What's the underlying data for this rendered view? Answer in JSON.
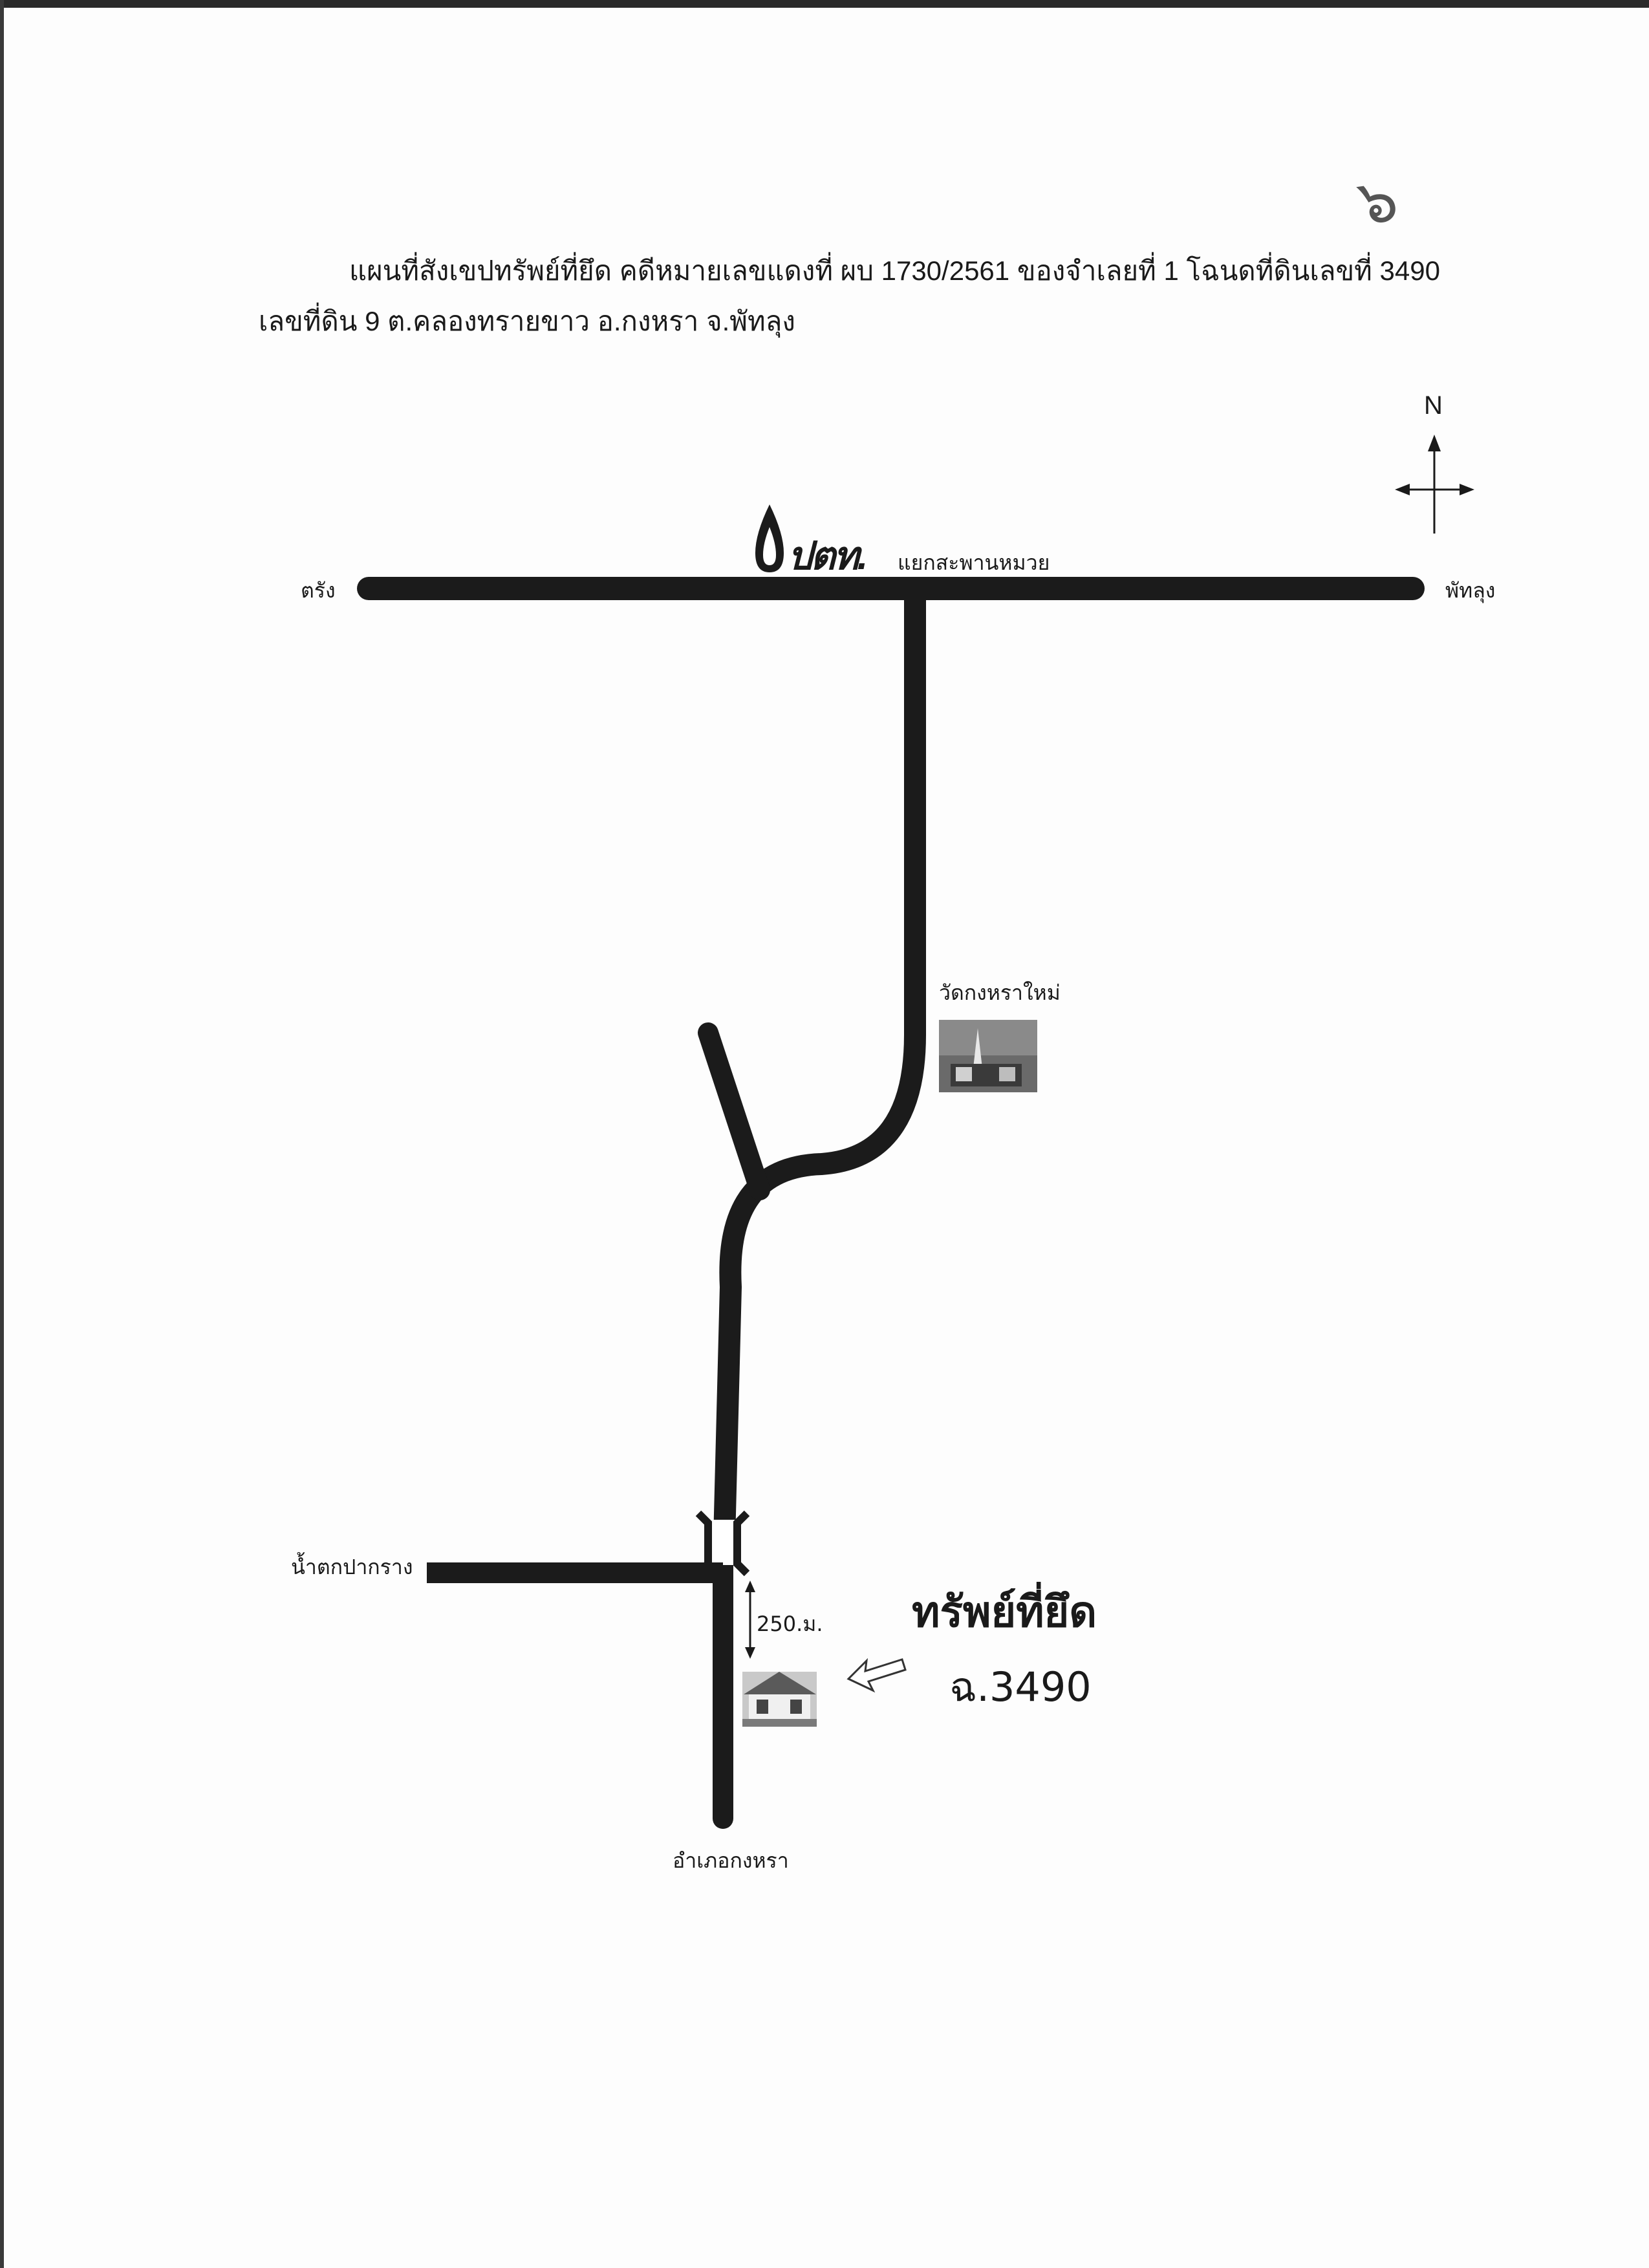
{
  "title": {
    "line1": "แผนที่สังเขปทรัพย์ที่ยึด คดีหมายเลขแดงที่ ผบ 1730/2561 ของจำเลยที่ 1 โฉนดที่ดินเลขที่ 3490",
    "line2": "เลขที่ดิน 9 ต.คลองทรายขาว อ.กงหรา จ.พัทลุง"
  },
  "handwritten_mark": "๖",
  "compass": {
    "north": "N"
  },
  "brand": {
    "name": "ปตท."
  },
  "places": {
    "junction": "แยกสะพานหมวย",
    "west_destination": "ตรัง",
    "east_destination": "พัทลุง",
    "temple": "วัดกงหราใหม่",
    "waterfall": "น้ำตกปากราง",
    "district": "อำเภอกงหรา"
  },
  "distance": "250.ม.",
  "property": {
    "title": "ทรัพย์ที่ยึด",
    "deed": "ฉ.3490"
  },
  "colors": {
    "road": "#1b1b1b",
    "paper": "#fdfdfd"
  }
}
